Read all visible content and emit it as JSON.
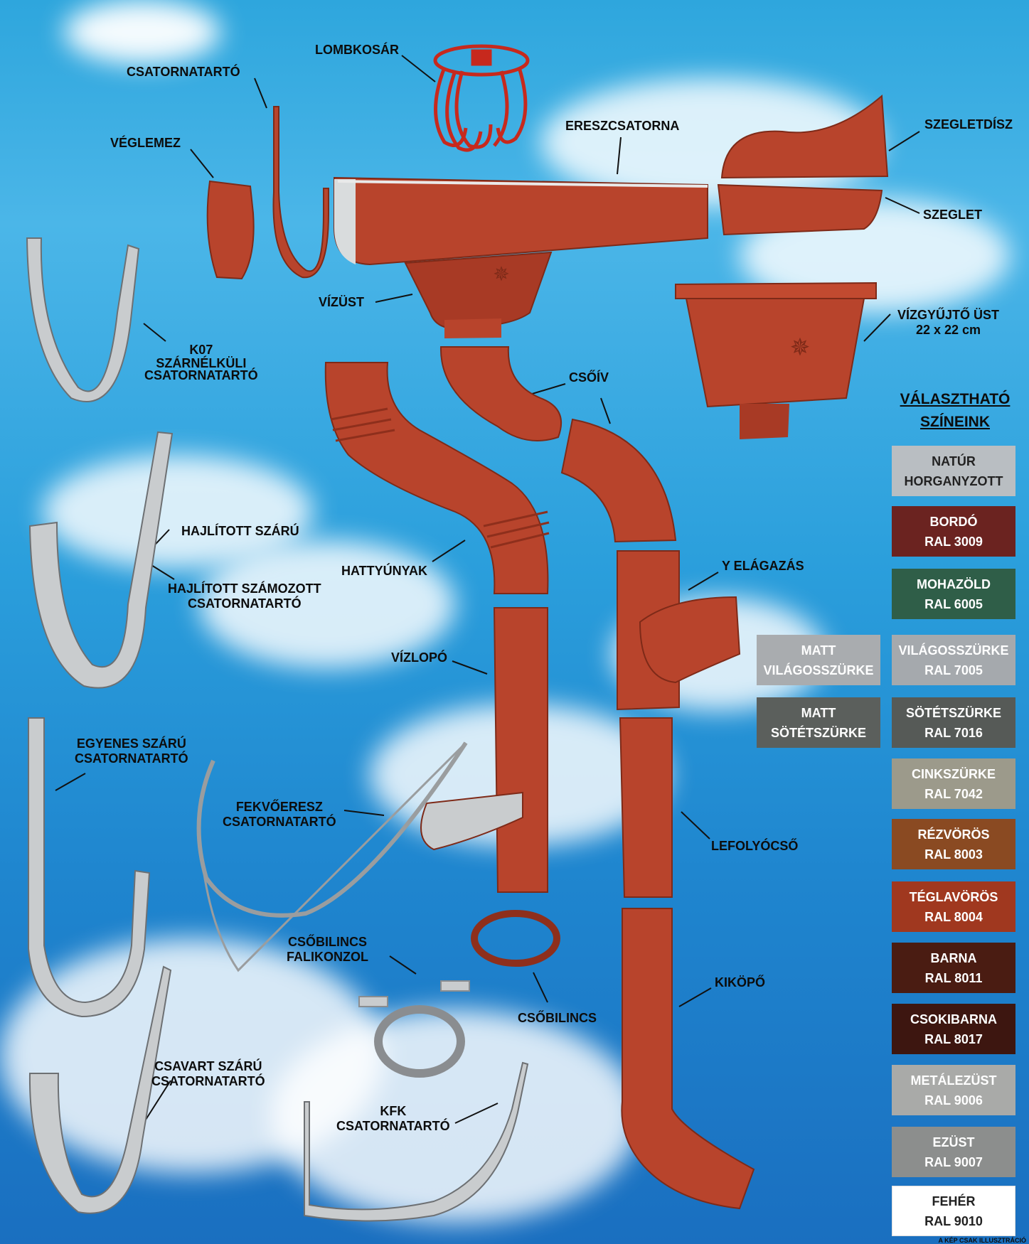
{
  "labels": {
    "lombkosar": "LOMBKOSÁR",
    "csatornatarto": "CSATORNATARTÓ",
    "veglemez": "VÉGLEMEZ",
    "ereszcsatorna": "ERESZCSATORNA",
    "szegletdisz": "SZEGLETDÍSZ",
    "szeglet": "SZEGLET",
    "vizust": "VÍZÜST",
    "vizgyujto_line1": "VÍZGYŰJTŐ ÜST",
    "vizgyujto_line2": "22 x 22 cm",
    "k07_line1": "K07",
    "k07_line2": "SZÁRNÉLKÜLI",
    "k07_line3": "CSATORNATARTÓ",
    "csoiv": "CSŐÍV",
    "hajlitott": "HAJLÍTOTT SZÁRÚ",
    "hajlitott_szam_line1": "HAJLÍTOTT SZÁMOZOTT",
    "hajlitott_szam_line2": "CSATORNATARTÓ",
    "hattyunyak": "HATTYÚNYAK",
    "y_elagazas": "Y ELÁGAZÁS",
    "vizlopo": "VÍZLOPÓ",
    "egyenes_line1": "EGYENES SZÁRÚ",
    "egyenes_line2": "CSATORNATARTÓ",
    "fekvo_line1": "FEKVŐERESZ",
    "fekvo_line2": "CSATORNATARTÓ",
    "lefolyocso": "LEFOLYÓCSŐ",
    "csobilincs_fali_line1": "CSŐBILINCS",
    "csobilincs_fali_line2": "FALIKONZOL",
    "csobilincs": "CSŐBILINCS",
    "kikopo": "KIKÖPŐ",
    "csavart_line1": "CSAVART SZÁRÚ",
    "csavart_line2": "CSATORNATARTÓ",
    "kfk_line1": "KFK",
    "kfk_line2": "CSATORNATARTÓ"
  },
  "palette": {
    "title_line1": "VÁLASZTHATÓ",
    "title_line2": "SZÍNEINK",
    "colors": [
      {
        "name": "NATÚR",
        "code": "HORGANYZOTT",
        "hex": "#b9bec2"
      },
      {
        "name": "BORDÓ",
        "code": "RAL 3009",
        "hex": "#6b2320"
      },
      {
        "name": "MOHAZÖLD",
        "code": "RAL 6005",
        "hex": "#2f5e48"
      },
      {
        "name": "VILÁGOSSZÜRKE",
        "code": "RAL 7005",
        "hex": "#a5a9ad"
      },
      {
        "name": "SÖTÉTSZÜRKE",
        "code": "RAL 7016",
        "hex": "#565a57"
      },
      {
        "name": "CINKSZÜRKE",
        "code": "RAL 7042",
        "hex": "#9c9a8b"
      },
      {
        "name": "RÉZVÖRÖS",
        "code": "RAL 8003",
        "hex": "#8a4a22"
      },
      {
        "name": "TÉGLAVÖRÖS",
        "code": "RAL 8004",
        "hex": "#a0381f"
      },
      {
        "name": "BARNA",
        "code": "RAL 8011",
        "hex": "#4a1c12"
      },
      {
        "name": "CSOKIBARNA",
        "code": "RAL 8017",
        "hex": "#3d1610"
      },
      {
        "name": "METÁLEZÜST",
        "code": "RAL 9006",
        "hex": "#a9aaa8"
      },
      {
        "name": "EZÜST",
        "code": "RAL 9007",
        "hex": "#8c8e8d"
      },
      {
        "name": "FEHÉR",
        "code": "RAL 9010",
        "hex": "#ffffff"
      }
    ],
    "matt": [
      {
        "name": "MATT",
        "code": "VILÁGOSSZÜRKE",
        "hex": "#a9acaf"
      },
      {
        "name": "MATT",
        "code": "SÖTÉTSZÜRKE",
        "hex": "#5b5f5c"
      }
    ]
  },
  "note": "A KÉP CSAK ILLUSZTRÁCIÓ",
  "colors": {
    "product": "#b8442c",
    "product_dark": "#8e2f1c",
    "metal": "#c9ccce",
    "metal_dark": "#8a8d90"
  }
}
